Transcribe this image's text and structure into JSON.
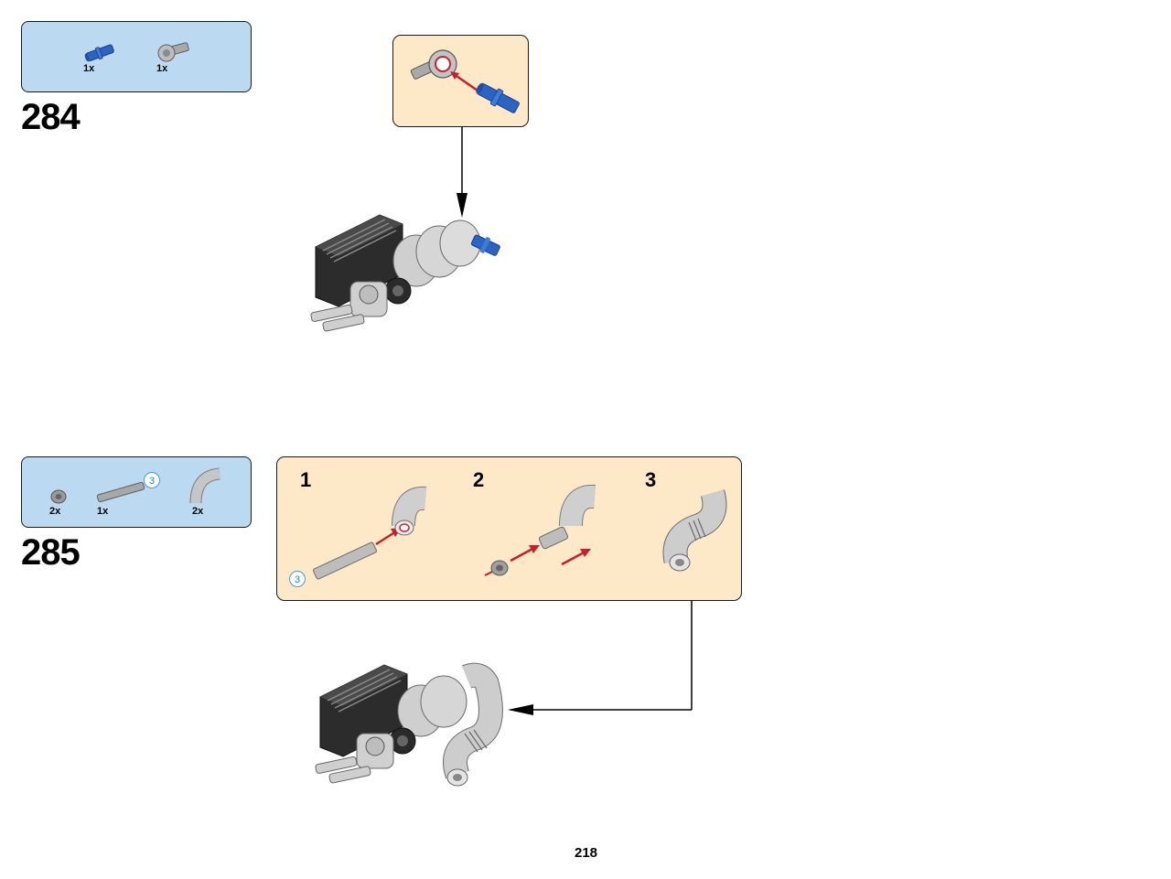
{
  "page": {
    "number": "218"
  },
  "steps": [
    {
      "number": "284",
      "parts": [
        {
          "icon": "blue-axle-pin-icon",
          "qty": "1x"
        },
        {
          "icon": "gray-pin-connector-icon",
          "qty": "1x"
        }
      ],
      "callout": {
        "icon": "pin-into-connector-icon"
      }
    },
    {
      "number": "285",
      "parts": [
        {
          "icon": "gray-bush-icon",
          "qty": "2x"
        },
        {
          "icon": "gray-axle-icon",
          "qty": "1x",
          "length_badge": "3"
        },
        {
          "icon": "gray-hose-elbow-icon",
          "qty": "2x"
        }
      ],
      "callout": {
        "substeps": [
          {
            "number": "1",
            "length_badge": "3"
          },
          {
            "number": "2"
          },
          {
            "number": "3"
          }
        ]
      }
    }
  ],
  "colors": {
    "parts_box": "#bcd9f2",
    "callout": "#fde9c8",
    "arrow_red": "#c8202a",
    "lego_blue": "#2b64c4",
    "lego_gray": "#bdbdbd",
    "dark_gray": "#3a3a3a"
  }
}
